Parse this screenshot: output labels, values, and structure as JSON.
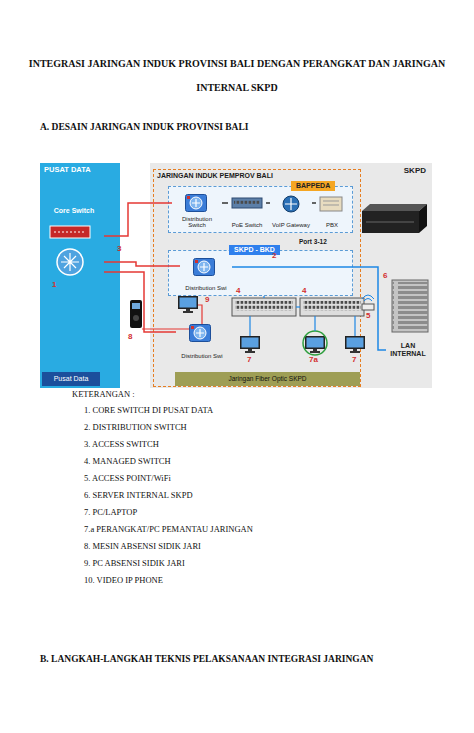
{
  "diagram": {
    "title": "INTEGRASI JARINGAN INDUK PROVINSI BALI DENGAN PERANGKAT DAN JARINGAN INTERNAL SKPD",
    "nodes": [
      {
        "text": [
          "PUSAT DATA"
        ]
      },
      {
        "text": [
          "Core Switch"
        ],
        "in": 0
      },
      {
        "text": [
          "Pusat Data"
        ],
        "in": 0
      },
      {
        "text": [
          "SKPD"
        ]
      },
      {
        "text": [
          "JARINGAN INDUK PEMPROV BALI"
        ],
        "in": 3
      },
      {
        "text": [
          "BAPPEDA"
        ],
        "in": 4
      },
      {
        "text": [
          "Distribution Switch"
        ],
        "in": 5
      },
      {
        "text": [
          "PoE Switch"
        ],
        "in": 5
      },
      {
        "text": [
          "VoIP Gateway"
        ],
        "in": 5
      },
      {
        "text": [
          "PBX"
        ],
        "in": 5
      },
      {
        "text": [
          "SKPD - BKD"
        ],
        "in": 4
      },
      {
        "text": [
          "Distribution Swi"
        ],
        "in": 10
      },
      {
        "text": [
          "Distribution Swi"
        ],
        "in": 4
      },
      {
        "text": [
          "LAN INTERNAL"
        ],
        "in": 3
      },
      {
        "text": [
          "Jaringan Fiber Optic SKPD"
        ],
        "in": 4
      }
    ],
    "edges": [
      {
        "from": 1,
        "to": 6,
        "arrow": "none"
      },
      {
        "from": 1,
        "to": 11,
        "arrow": "none"
      },
      {
        "from": 1,
        "to": 12,
        "arrow": "none"
      },
      {
        "from": 6,
        "to": 7,
        "arrow": "none"
      },
      {
        "from": 7,
        "to": 8,
        "arrow": "none"
      },
      {
        "from": 8,
        "to": 9,
        "arrow": "none"
      },
      {
        "from": 11,
        "to": 13,
        "arrow": "none"
      }
    ],
    "labels": [
      "A. DESAIN JARINGAN INDUK PROVINSI BALI",
      "Port 3-12",
      "1",
      "2",
      "3",
      "4",
      "4",
      "5",
      "6",
      "7",
      "7a",
      "7",
      "8",
      "9",
      "KETERANGAN :",
      "1. CORE SWITCH DI PUSAT DATA",
      "2. DISTRIBUTION SWITCH",
      "3. ACCESS SWITCH",
      "4. MANAGED SWITCH",
      "5. ACCESS POINT/WiFi",
      "6. SERVER INTERNAL SKPD",
      "7. PC/LAPTOP",
      "7.a PERANGKAT/PC PEMANTAU JARINGAN",
      "8. MESIN ABSENSI SIDIK JARI",
      "9. PC ABSENSI SIDIK JARI",
      "10. VIDEO IP PHONE",
      "B. LANGKAH-LANGKAH TEKNIS PELAKSANAAN INTEGRASI JARINGAN"
    ]
  }
}
